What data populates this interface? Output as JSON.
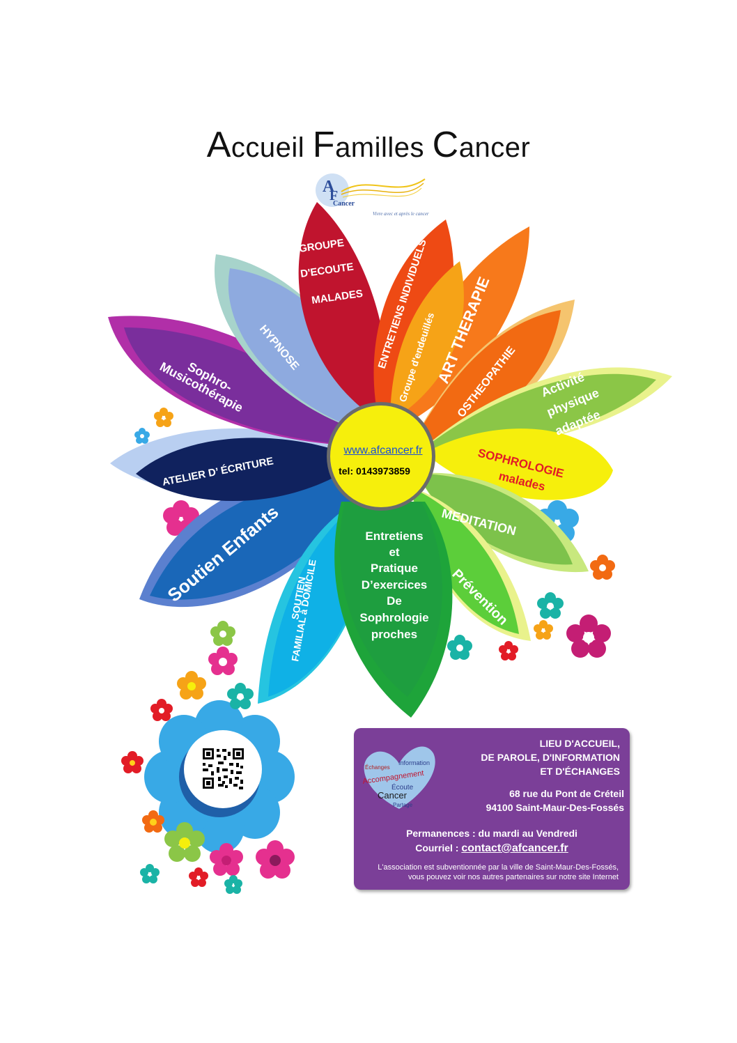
{
  "title": {
    "c1": "A",
    "w1": "ccueil ",
    "c2": "F",
    "w2": "amilles ",
    "c3": "C",
    "w3": "ancer"
  },
  "logo": {
    "mark_a": "A",
    "mark_f": "F",
    "mark_cancer": "Cancer",
    "tagline": "Vivre avec et après le cancer"
  },
  "petals": {
    "groupe_ecoute": [
      "GROUPE",
      "D'ECOUTE",
      "MALADES"
    ],
    "entretiens": "ENTRETIENS INDIVIDUELS",
    "endeuilles": "Groupe d'endeuillés",
    "art": "ART THERAPIE",
    "osteo": "OSTHEOPATHIE",
    "activite": [
      "Activité",
      "physique",
      "adaptée"
    ],
    "sophrologie": [
      "SOPHROLOGIE",
      "malades"
    ],
    "meditation": "MEDITATION",
    "prevention": "Prévention",
    "proches": [
      "Entretiens",
      "et",
      "Pratique",
      "D’exercices",
      "De",
      "Sophrologie",
      "proches"
    ],
    "soutien_familial": [
      "SOUTIEN",
      "FAMILIAL à DOMICILE"
    ],
    "soutien_enfants": "Soutien Enfants",
    "atelier": "ATELIER D’ ÉCRITURE",
    "sophro_musico": [
      "Sophro-",
      "Musicothérapie"
    ],
    "hypnose": "HYPNOSE"
  },
  "center": {
    "url": "www.afcancer.fr",
    "tel": "tel: 0143973859"
  },
  "heart_words": {
    "echanges": "Échanges",
    "information": "Information",
    "accompagnement": "Accompagnement",
    "ecoute": "Écoute",
    "cancer": "Cancer",
    "partage": "Partage"
  },
  "info": {
    "lines": [
      "LIEU D'ACCUEIL,",
      "DE PAROLE, D'INFORMATION",
      "ET D'ÉCHANGES"
    ],
    "address": [
      "68 rue du Pont de Créteil",
      "94100 Saint-Maur-Des-Fossés"
    ],
    "permanences": "Permanences : du mardi au Vendredi",
    "courriel_label": "Courriel : ",
    "email": "contact@afcancer.fr",
    "footer": [
      "L'association est subventionnée par la ville de Saint-Maur-Des-Fossés,",
      "vous pouvez voir nos autres partenaires sur notre site Internet"
    ]
  },
  "colors": {
    "groupe": "#c0142e",
    "entretiens": "#ee4a14",
    "endeuilles": "#f6a317",
    "art": "#f7791b",
    "osteo": "#f26a12",
    "activite": "#8bc647",
    "sophrologie": "#f6ef0c",
    "meditation": "#7dc24b",
    "prevention": "#5cce3a",
    "proches": "#1ea43a",
    "familial": "#0fb1e6",
    "enfants": "#1a67b8",
    "atelier": "#10225e",
    "musico": "#7a2e9c",
    "hypnose": "#8eaadf",
    "infobox": "#7b3f98"
  }
}
